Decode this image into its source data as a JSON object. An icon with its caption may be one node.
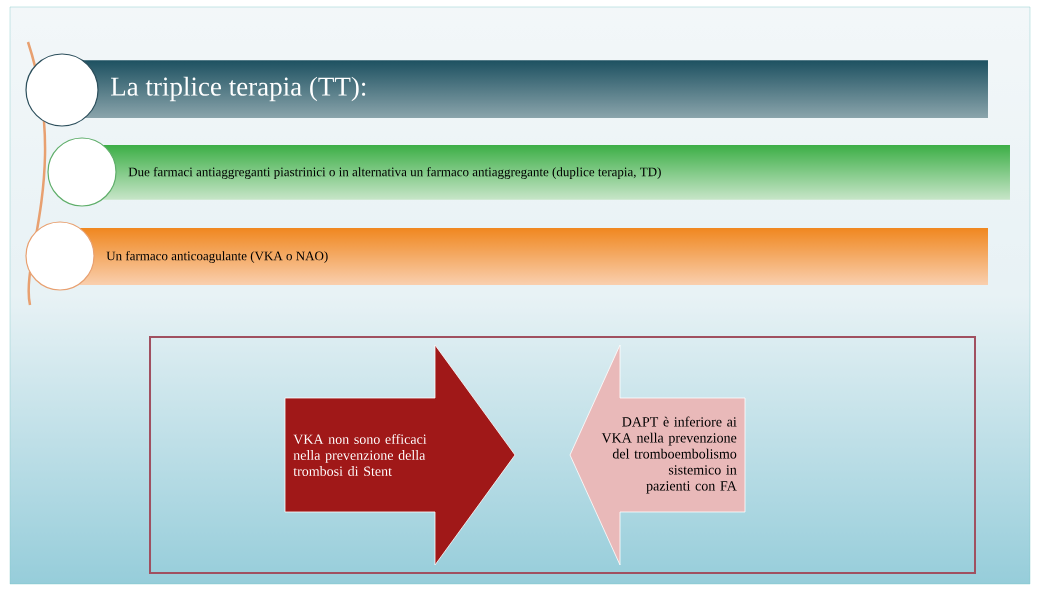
{
  "diagram": {
    "nodes": [
      {
        "text": [
          "La triplice terapia (TT):"
        ]
      },
      {
        "text": [
          "Due farmaci antiaggreganti piastrinici o in alternativa un farmaco antiaggregante (duplice terapia, TD)"
        ]
      },
      {
        "text": [
          "Un farmaco anticoagulante (VKA o NAO)"
        ]
      },
      {
        "text": [],
        "shape": "box"
      },
      {
        "text": [
          "VKA non sono efficaci nella prevenzione della trombosi di Stent"
        ],
        "in": 3
      },
      {
        "text": [
          "DAPT è inferiore ai VKA nella prevenzione del tromboembolismo sistemico in pazienti con FA"
        ],
        "in": 3
      }
    ]
  }
}
